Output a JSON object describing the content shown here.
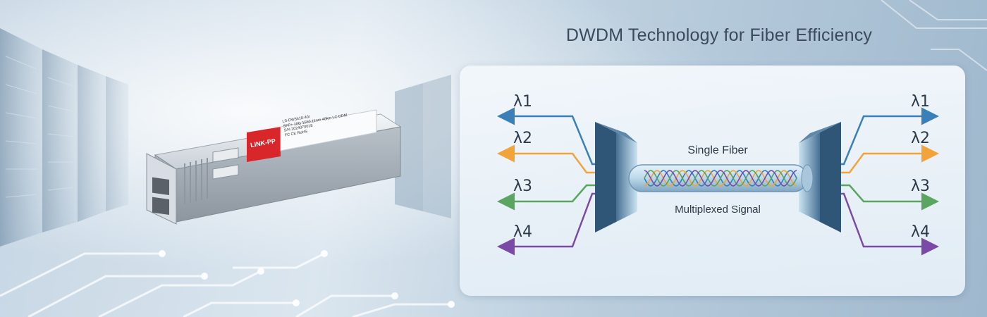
{
  "banner": {
    "title": "DWDM Technology for Fiber Efficiency"
  },
  "module": {
    "brand_text": "LINK-PP",
    "label_line1": "LS-DW3410-40I",
    "label_line2": "SFP+ 10G 1550.11nm 40km LC DDM",
    "label_line3": "S/N 2024070018",
    "label_line4": "FC CE RoHS"
  },
  "diagram": {
    "fiber_label": "Single Fiber",
    "signal_label": "Multiplexed Signal",
    "inputs": [
      {
        "label": "λ1",
        "color": "#3a7fb8"
      },
      {
        "label": "λ2",
        "color": "#f2a33a"
      },
      {
        "label": "λ3",
        "color": "#5aa55f"
      },
      {
        "label": "λ4",
        "color": "#7b4aa6"
      }
    ],
    "outputs": [
      {
        "label": "λ1",
        "color": "#3a7fb8"
      },
      {
        "label": "λ2",
        "color": "#f2a33a"
      },
      {
        "label": "λ3",
        "color": "#5aa55f"
      },
      {
        "label": "λ4",
        "color": "#7b4aa6"
      }
    ]
  }
}
